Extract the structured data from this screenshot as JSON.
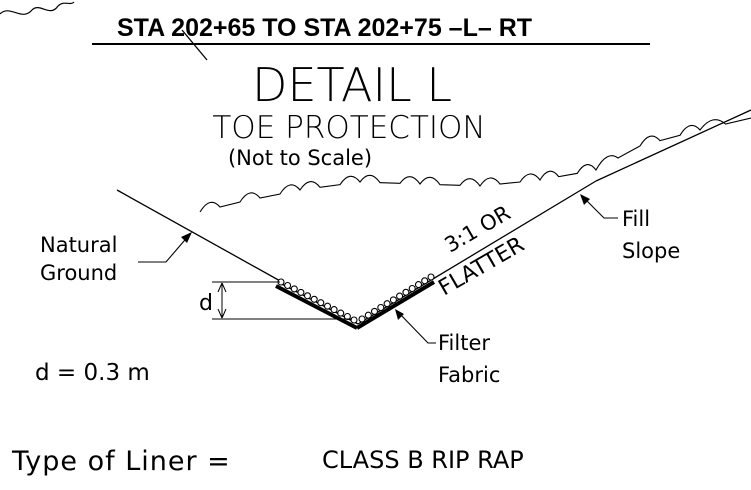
{
  "header": {
    "station_range": "STA 202+65 TO STA 202+75 –L– RT"
  },
  "detail": {
    "title": "DETAIL L",
    "subtitle": "TOE PROTECTION",
    "scale_note": "(Not to Scale)"
  },
  "labels": {
    "natural_ground_1": "Natural",
    "natural_ground_2": "Ground",
    "fill_slope_1": "Fill",
    "fill_slope_2": "Slope",
    "slope_ratio_1": "3:1 OR",
    "slope_ratio_2": "FLATTER",
    "filter_fabric_1": "Filter",
    "filter_fabric_2": "Fabric",
    "depth_symbol": "d"
  },
  "notes": {
    "depth": "d = 0.3 m",
    "liner_label": "Type of Liner =",
    "liner_value": "CLASS B RIP RAP"
  }
}
